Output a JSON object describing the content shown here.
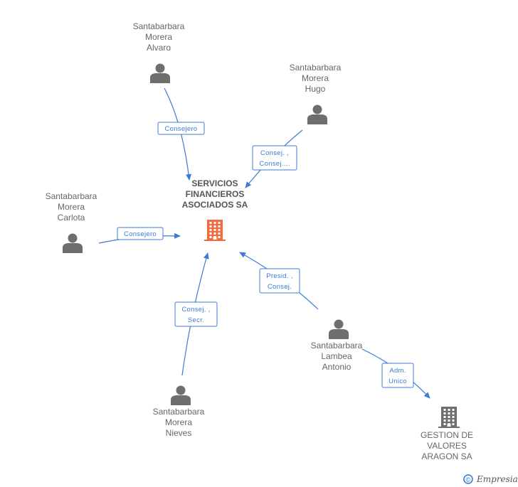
{
  "center": {
    "name_lines": [
      "SERVICIOS",
      "FINANCIEROS",
      "ASOCIADOS SA"
    ],
    "icon": "building-icon",
    "color": "#f26a3d"
  },
  "persons": [
    {
      "id": "alvaro",
      "name_lines": [
        "Santabarbara",
        "Morera",
        "Alvaro"
      ],
      "icon": "person-icon"
    },
    {
      "id": "hugo",
      "name_lines": [
        "Santabarbara",
        "Morera",
        "Hugo"
      ],
      "icon": "person-icon"
    },
    {
      "id": "carlota",
      "name_lines": [
        "Santabarbara",
        "Morera",
        "Carlota"
      ],
      "icon": "person-icon"
    },
    {
      "id": "nieves",
      "name_lines": [
        "Santabarbara",
        "Morera",
        "Nieves"
      ],
      "icon": "person-icon"
    },
    {
      "id": "antonio",
      "name_lines": [
        "Santabarbara",
        "Lambea",
        "Antonio"
      ],
      "icon": "person-icon"
    }
  ],
  "companies": [
    {
      "id": "gestion",
      "name_lines": [
        "GESTION DE",
        "VALORES",
        "ARAGON SA"
      ],
      "icon": "building-icon",
      "color": "#6e6e6e"
    }
  ],
  "edges": [
    {
      "from": "alvaro",
      "to": "center",
      "label_lines": [
        "Consejero"
      ]
    },
    {
      "from": "hugo",
      "to": "center",
      "label_lines": [
        "Consej. ,",
        "Consej...."
      ]
    },
    {
      "from": "carlota",
      "to": "center",
      "label_lines": [
        "Consejero"
      ]
    },
    {
      "from": "nieves",
      "to": "center",
      "label_lines": [
        "Consej. ,",
        "Secr."
      ]
    },
    {
      "from": "antonio",
      "to": "center",
      "label_lines": [
        "Presid. ,",
        "Consej."
      ]
    },
    {
      "from": "antonio",
      "to": "gestion",
      "label_lines": [
        "Adm.",
        "Unico"
      ]
    }
  ],
  "colors": {
    "edge": "#3c7bd6",
    "text": "#666666",
    "person": "#6e6e6e"
  },
  "footer": {
    "copyright_symbol": "©",
    "brand": "Empresia",
    "icon": "copyright-icon"
  }
}
